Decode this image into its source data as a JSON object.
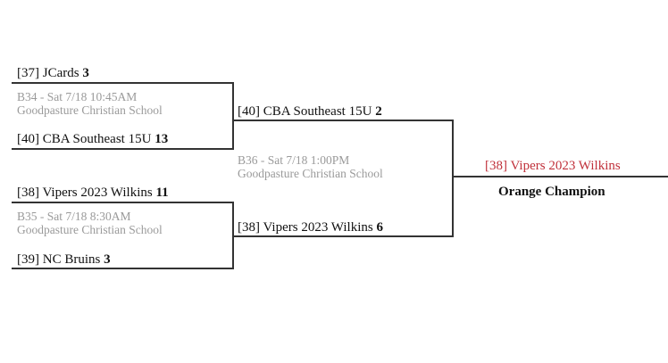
{
  "bracket": {
    "round1": [
      {
        "top": {
          "seed": "[37]",
          "name": "JCards",
          "score": "3"
        },
        "bottom": {
          "seed": "[40]",
          "name": "CBA Southeast 15U",
          "score": "13"
        },
        "game": "B34 - Sat 7/18 10:45AM",
        "venue": "Goodpasture Christian School"
      },
      {
        "top": {
          "seed": "[38]",
          "name": "Vipers 2023 Wilkins",
          "score": "11"
        },
        "bottom": {
          "seed": "[39]",
          "name": "NC Bruins",
          "score": "3"
        },
        "game": "B35 - Sat 7/18 8:30AM",
        "venue": "Goodpasture Christian School"
      }
    ],
    "round2": {
      "top": {
        "seed": "[40]",
        "name": "CBA Southeast 15U",
        "score": "2"
      },
      "bottom": {
        "seed": "[38]",
        "name": "Vipers 2023 Wilkins",
        "score": "6"
      },
      "game": "B36 - Sat 7/18 1:00PM",
      "venue": "Goodpasture Christian School"
    },
    "champion": {
      "seed": "[38]",
      "name": "Vipers 2023 Wilkins",
      "label": "Orange Champion",
      "color": "#c0303a"
    }
  }
}
